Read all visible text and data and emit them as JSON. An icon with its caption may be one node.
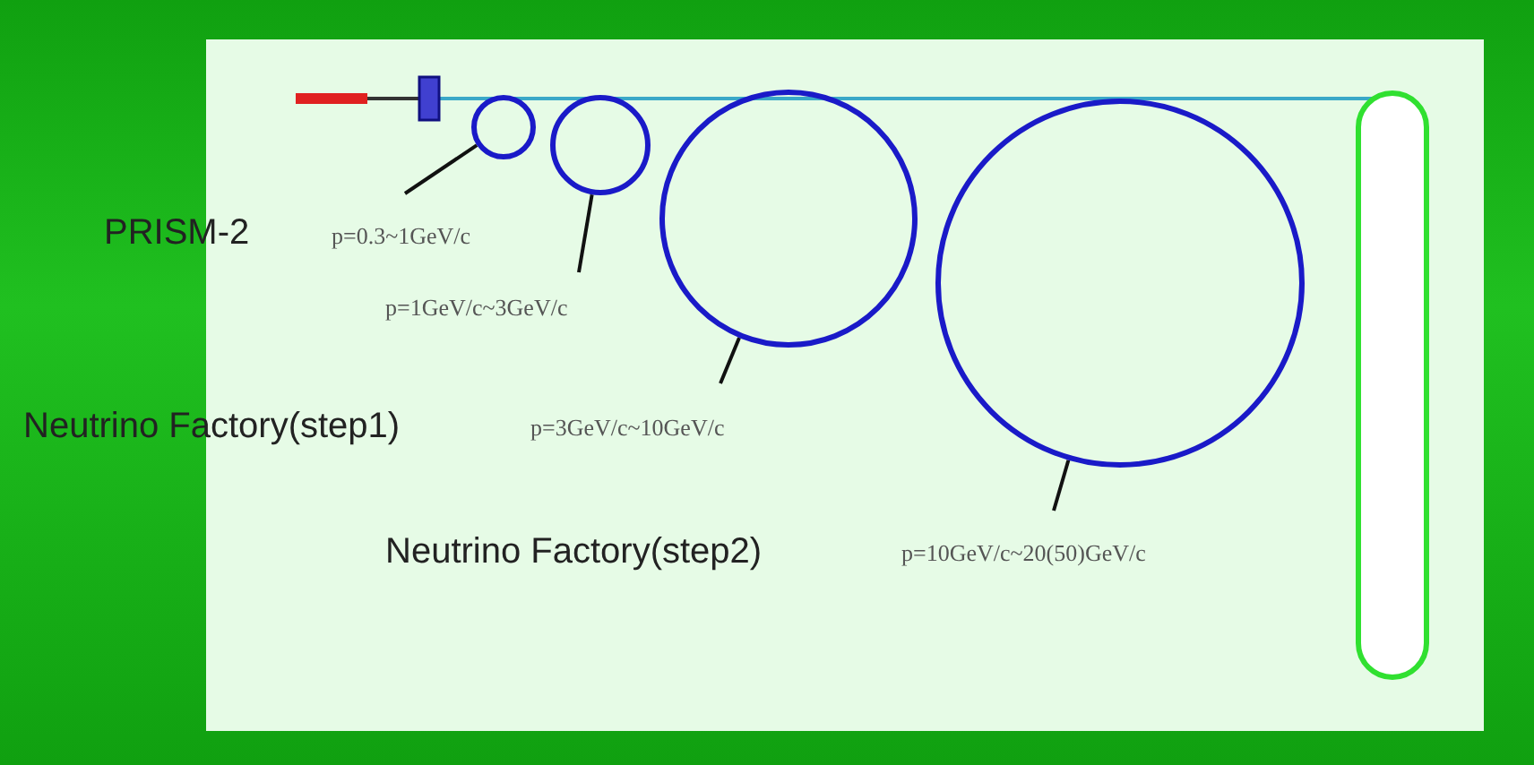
{
  "diagram": {
    "nodes": [
      {
        "text": [],
        "shape": "circle"
      },
      {
        "text": [],
        "shape": "circle"
      },
      {
        "text": [],
        "shape": "circle"
      },
      {
        "text": [],
        "shape": "circle"
      },
      {
        "text": [
          "p=0.3~1GeV/c"
        ]
      },
      {
        "text": [
          "p=1GeV/c~3GeV/c"
        ]
      },
      {
        "text": [
          "p=3GeV/c~10GeV/c"
        ]
      },
      {
        "text": [
          "p=10GeV/c~20(50)GeV/c"
        ]
      }
    ],
    "edges": [
      {
        "from": 4,
        "to": 0,
        "arrow": "none"
      },
      {
        "from": 5,
        "to": 1,
        "arrow": "none"
      },
      {
        "from": 6,
        "to": 2,
        "arrow": "none"
      },
      {
        "from": 7,
        "to": 3,
        "arrow": "none"
      }
    ],
    "labels": [
      "PRISM-2",
      "Neutrino Factory(step1)",
      "Neutrino Factory(step2)"
    ]
  }
}
